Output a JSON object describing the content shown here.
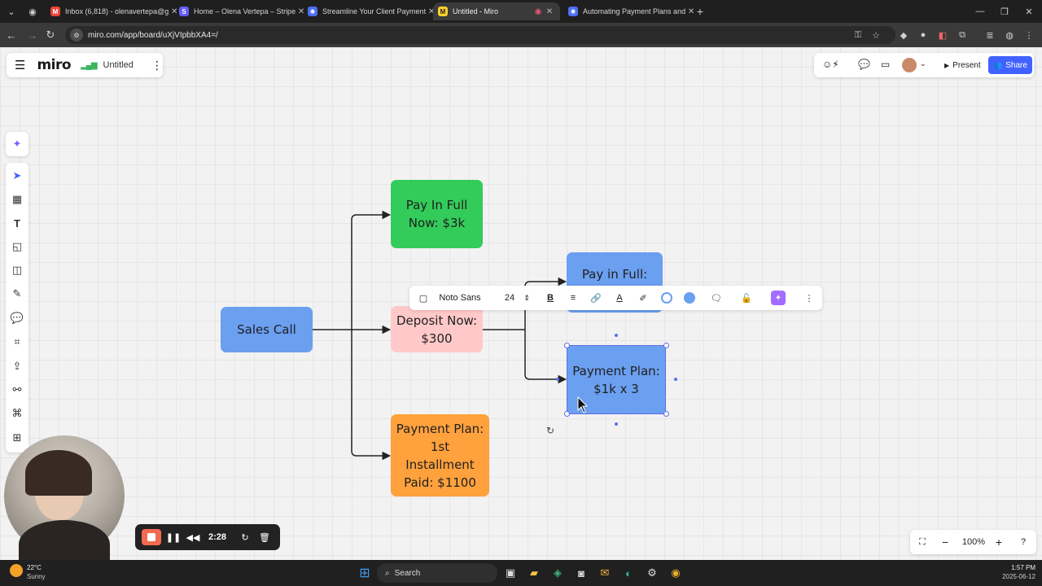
{
  "browser": {
    "tabs": [
      {
        "label": "Inbox (6,818) - olenavertepa@g",
        "favicon": "gmail-icon",
        "color": "#ea4335",
        "glyph": "M"
      },
      {
        "label": "Home – Olena Vertepa – Stripe",
        "favicon": "stripe-icon",
        "color": "#635bff",
        "glyph": "S"
      },
      {
        "label": "Streamline Your Client Payment",
        "favicon": "gear-favicon",
        "color": "#4c6ef5",
        "glyph": "✺"
      },
      {
        "label": "Untitled - Miro",
        "favicon": "miro-icon",
        "color": "#ffd02f",
        "glyph": "M"
      },
      {
        "label": "Automating Payment Plans and",
        "favicon": "gear-favicon",
        "color": "#4c6ef5",
        "glyph": "✺"
      }
    ],
    "url": "miro.com/app/board/uXjVIpbbXA4=/"
  },
  "miro": {
    "logo": "miro",
    "board_name": "Untitled",
    "present_label": "Present",
    "share_label": "Share"
  },
  "flowchart": {
    "sales_call": "Sales Call",
    "pay_in_full_now": "Pay In Full\nNow: $3k",
    "deposit_now": "Deposit Now:\n$300",
    "first_installment": "Payment Plan:\n1st\nInstallment\nPaid: $1100",
    "pay_in_full": "Pay in Full:",
    "payment_plan_3": "Payment Plan:\n$1k x 3"
  },
  "colors": {
    "blue": "#6b9ff0",
    "green": "#33cc5a",
    "pink": "#ffc9c9",
    "orange": "#ffa13d",
    "accent": "#4262ff"
  },
  "context_toolbar": {
    "font": "Noto Sans",
    "font_size": "24"
  },
  "zoom": {
    "level": "100%"
  },
  "recorder": {
    "time": "2:28"
  },
  "taskbar": {
    "weather_temp": "22°C",
    "weather_desc": "Sunny",
    "search_placeholder": "Search",
    "time": "1:57 PM",
    "date": "2025-06-12"
  }
}
